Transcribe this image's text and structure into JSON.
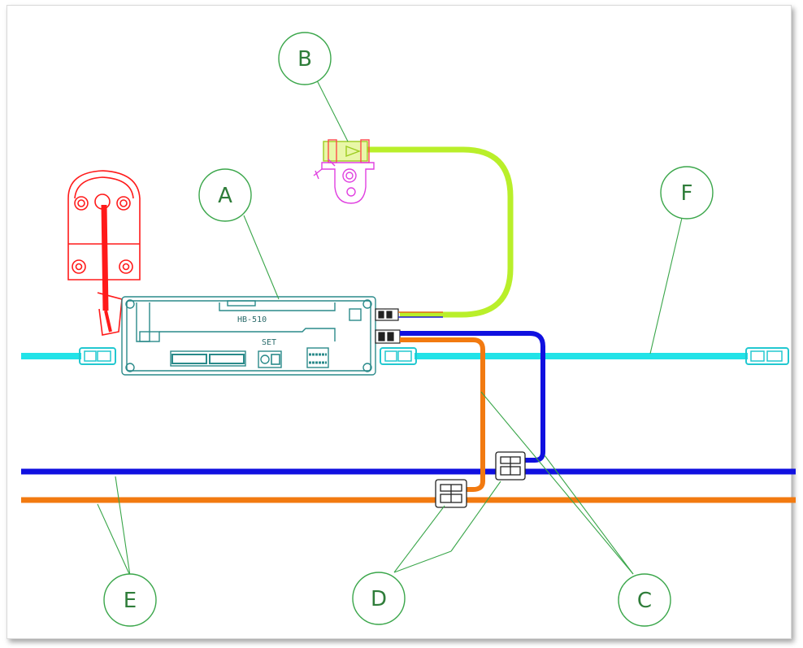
{
  "callouts": [
    {
      "id": "A",
      "label": "A"
    },
    {
      "id": "B",
      "label": "B"
    },
    {
      "id": "C",
      "label": "C"
    },
    {
      "id": "D",
      "label": "D"
    },
    {
      "id": "E",
      "label": "E"
    },
    {
      "id": "F",
      "label": "F"
    }
  ],
  "module": {
    "model": "HB-510",
    "small_text": "SET"
  },
  "colors": {
    "callout": "#3aa64a",
    "cyan_cable": "#22e3e8",
    "blue_wire": "#1010e0",
    "orange_wire": "#f27a10",
    "lime_wire": "#b9ef2a",
    "red_part": "#ff1a1a",
    "magenta_part": "#e040e0",
    "module_outline": "#2a8a8a"
  }
}
